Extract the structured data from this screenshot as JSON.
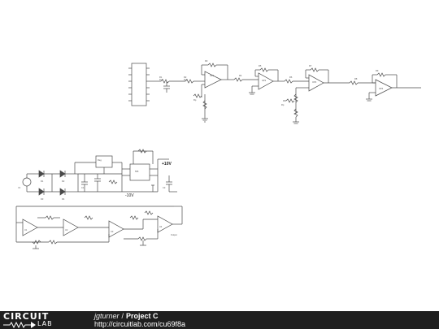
{
  "labels": {
    "supply_pos": "+10V",
    "supply_neg": "-10V"
  },
  "footer": {
    "logo_top": "CIRCUIT",
    "logo_bottom": "LAB",
    "user": "jgturner",
    "separator": "/",
    "project": "Project C",
    "url": "http://circuitlab.com/cu69f8a"
  },
  "colors": {
    "wire": "#4a4a4a",
    "footer_bg": "#1f1f1f",
    "footer_text": "#ffffff"
  }
}
